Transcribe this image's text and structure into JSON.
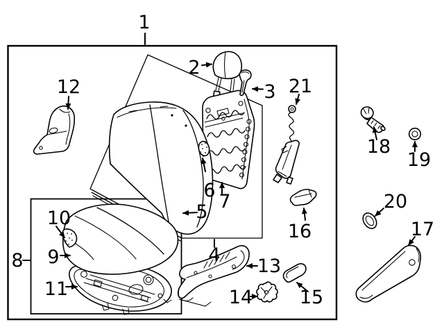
{
  "colors": {
    "line": "#000000",
    "background": "#ffffff"
  },
  "callouts": [
    {
      "label": "1"
    },
    {
      "label": "2"
    },
    {
      "label": "3"
    },
    {
      "label": "4"
    },
    {
      "label": "5"
    },
    {
      "label": "6"
    },
    {
      "label": "7"
    },
    {
      "label": "8"
    },
    {
      "label": "9"
    },
    {
      "label": "10"
    },
    {
      "label": "11"
    },
    {
      "label": "12"
    },
    {
      "label": "13"
    },
    {
      "label": "14"
    },
    {
      "label": "15"
    },
    {
      "label": "16"
    },
    {
      "label": "17"
    },
    {
      "label": "18"
    },
    {
      "label": "19"
    },
    {
      "label": "20"
    },
    {
      "label": "21"
    }
  ]
}
